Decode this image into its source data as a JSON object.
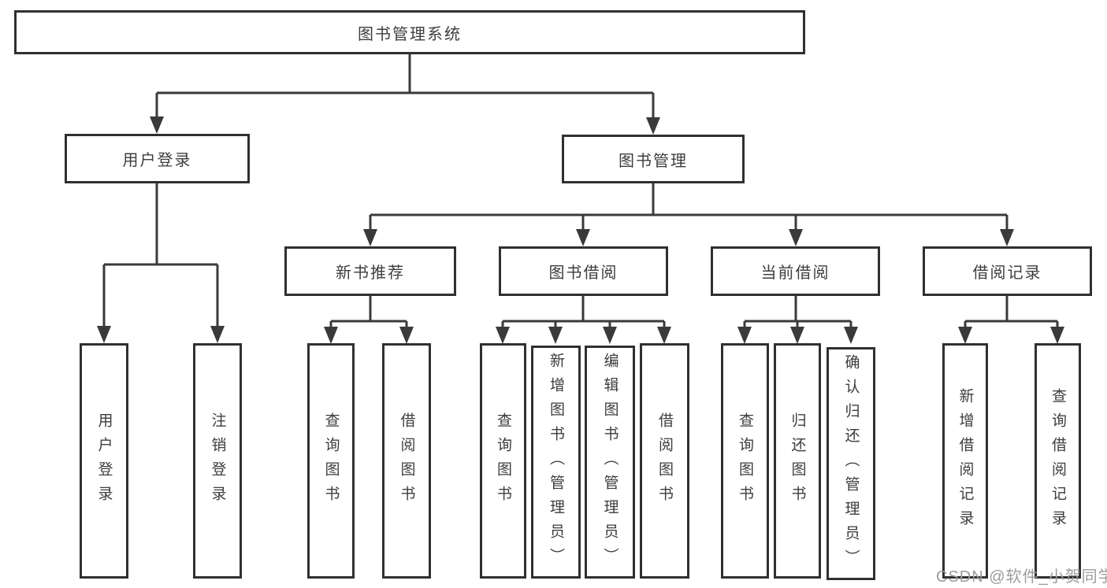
{
  "tree": {
    "label": "图书管理系统",
    "children": [
      {
        "label": "用户登录",
        "children": [
          {
            "label": "用户登录"
          },
          {
            "label": "注销登录"
          }
        ]
      },
      {
        "label": "图书管理",
        "children": [
          {
            "label": "新书推荐",
            "children": [
              {
                "label": "查询图书"
              },
              {
                "label": "借阅图书"
              }
            ]
          },
          {
            "label": "图书借阅",
            "children": [
              {
                "label": "查询图书"
              },
              {
                "label": "新增图书（管理员）"
              },
              {
                "label": "编辑图书（管理员）"
              },
              {
                "label": "借阅图书"
              }
            ]
          },
          {
            "label": "当前借阅",
            "children": [
              {
                "label": "查询图书"
              },
              {
                "label": "归还图书"
              },
              {
                "label": "确认归还（管理员）"
              }
            ]
          },
          {
            "label": "借阅记录",
            "children": [
              {
                "label": "新增借阅记录"
              },
              {
                "label": "查询借阅记录"
              }
            ]
          }
        ]
      }
    ]
  },
  "watermark": {
    "text": "CSDN @软件_小贺同学"
  },
  "colors": {
    "line": "#3a3a3a",
    "box_border": "#303030",
    "text": "#3d3d3d",
    "watermark": "#9c9c9c",
    "background": "#ffffff"
  }
}
